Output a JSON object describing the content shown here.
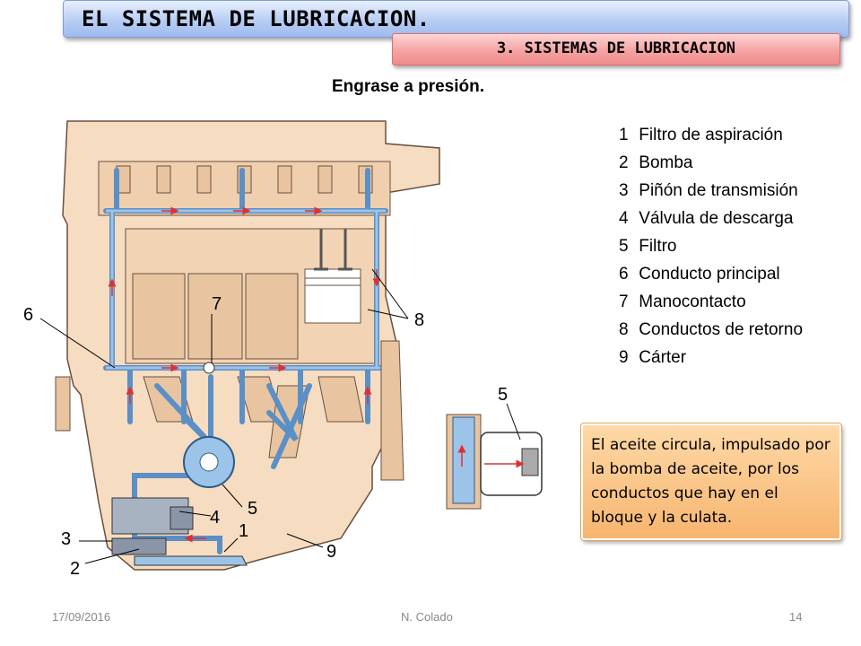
{
  "title": "EL SISTEMA DE LUBRICACION.",
  "subtitle": "3. SISTEMAS DE LUBRICACION",
  "section_heading": "Engrase a presión.",
  "legend": [
    {
      "num": "1",
      "label": "Filtro de aspiración"
    },
    {
      "num": "2",
      "label": "Bomba"
    },
    {
      "num": "3",
      "label": "Piñón de transmisión"
    },
    {
      "num": "4",
      "label": "Válvula de descarga"
    },
    {
      "num": "5",
      "label": "Filtro"
    },
    {
      "num": "6",
      "label": "Conducto principal"
    },
    {
      "num": "7",
      "label": "Manocontacto"
    },
    {
      "num": "8",
      "label": "Conductos de retorno"
    },
    {
      "num": "9",
      "label": "Cárter"
    }
  ],
  "callouts": {
    "c1": "1",
    "c2": "2",
    "c3": "3",
    "c4": "4",
    "c5": "5",
    "c6": "6",
    "c7": "7",
    "c8": "8",
    "c9": "9",
    "c5b": "5"
  },
  "note": "El aceite circula, impulsado por la bomba de aceite, por los conductos que hay en el bloque y la culata.",
  "footer": {
    "date": "17/09/2016",
    "author": "N. Colado",
    "page": "14"
  },
  "colors": {
    "engine": "#f6dcc0",
    "oil": "#9cc4e8",
    "oil_dark": "#5b8fc7",
    "arrow": "#e03030",
    "title_bar": "#b7cdf3",
    "subtitle_bar": "#f4a3a3",
    "note_bg": "#f7b56f"
  }
}
